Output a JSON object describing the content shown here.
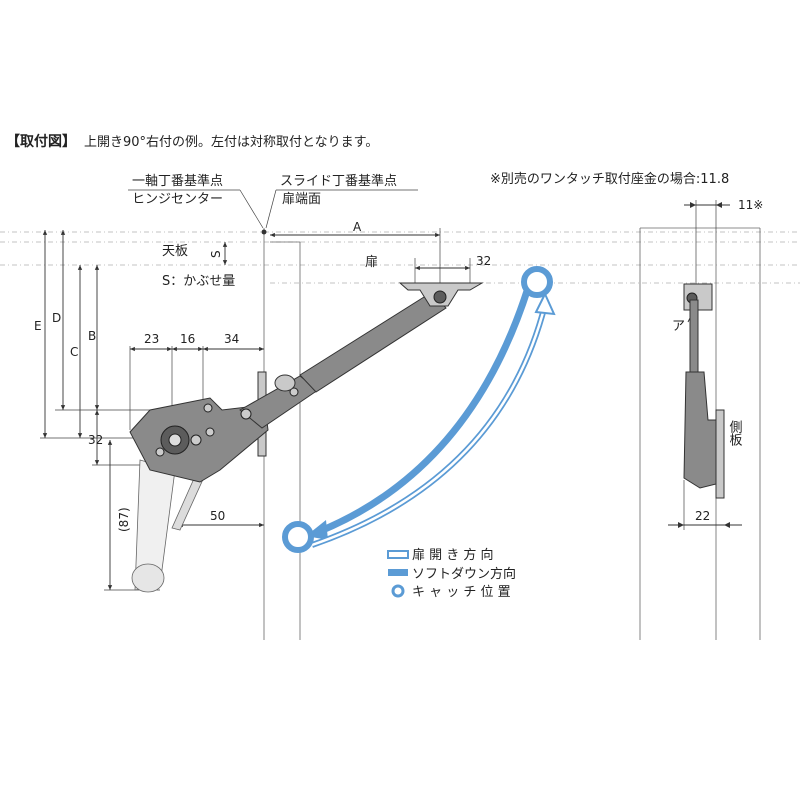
{
  "header": {
    "title_bracket": "【取付図】",
    "subtitle": "上開き90°右付の例。左付は対称取付となります。"
  },
  "labels": {
    "hinge_ref_1": "一軸丁番基準点",
    "hinge_ref_2": "ヒンジセンター",
    "slide_ref_1": "スライド丁番基準点",
    "slide_ref_2": "扉端面",
    "note_top_right": "※別売のワンタッチ取付座金の場合:11.8",
    "top_panel": "天板",
    "door": "扉",
    "overlay": "S：かぶせ量",
    "side_panel": "側板",
    "a_label": "ア"
  },
  "dimensions": {
    "A": "A",
    "S": "S",
    "E": "E",
    "D": "D",
    "C": "C",
    "B": "B",
    "d23": "23",
    "d16": "16",
    "d34": "34",
    "d32_top": "32",
    "d32_left": "32",
    "d87": "(87)",
    "d50": "50",
    "d11": "11※",
    "d22": "22"
  },
  "legend": [
    {
      "label": "扉 開 き 方 向",
      "kind": "outline-arrow"
    },
    {
      "label": "ソフトダウン方向",
      "kind": "solid-arrow"
    },
    {
      "label": "キ ャ ッ チ 位 置",
      "kind": "circle"
    }
  ],
  "colors": {
    "accent_blue": "#5b9bd5",
    "part_gray": "#8a8a8a",
    "line": "#333333"
  }
}
